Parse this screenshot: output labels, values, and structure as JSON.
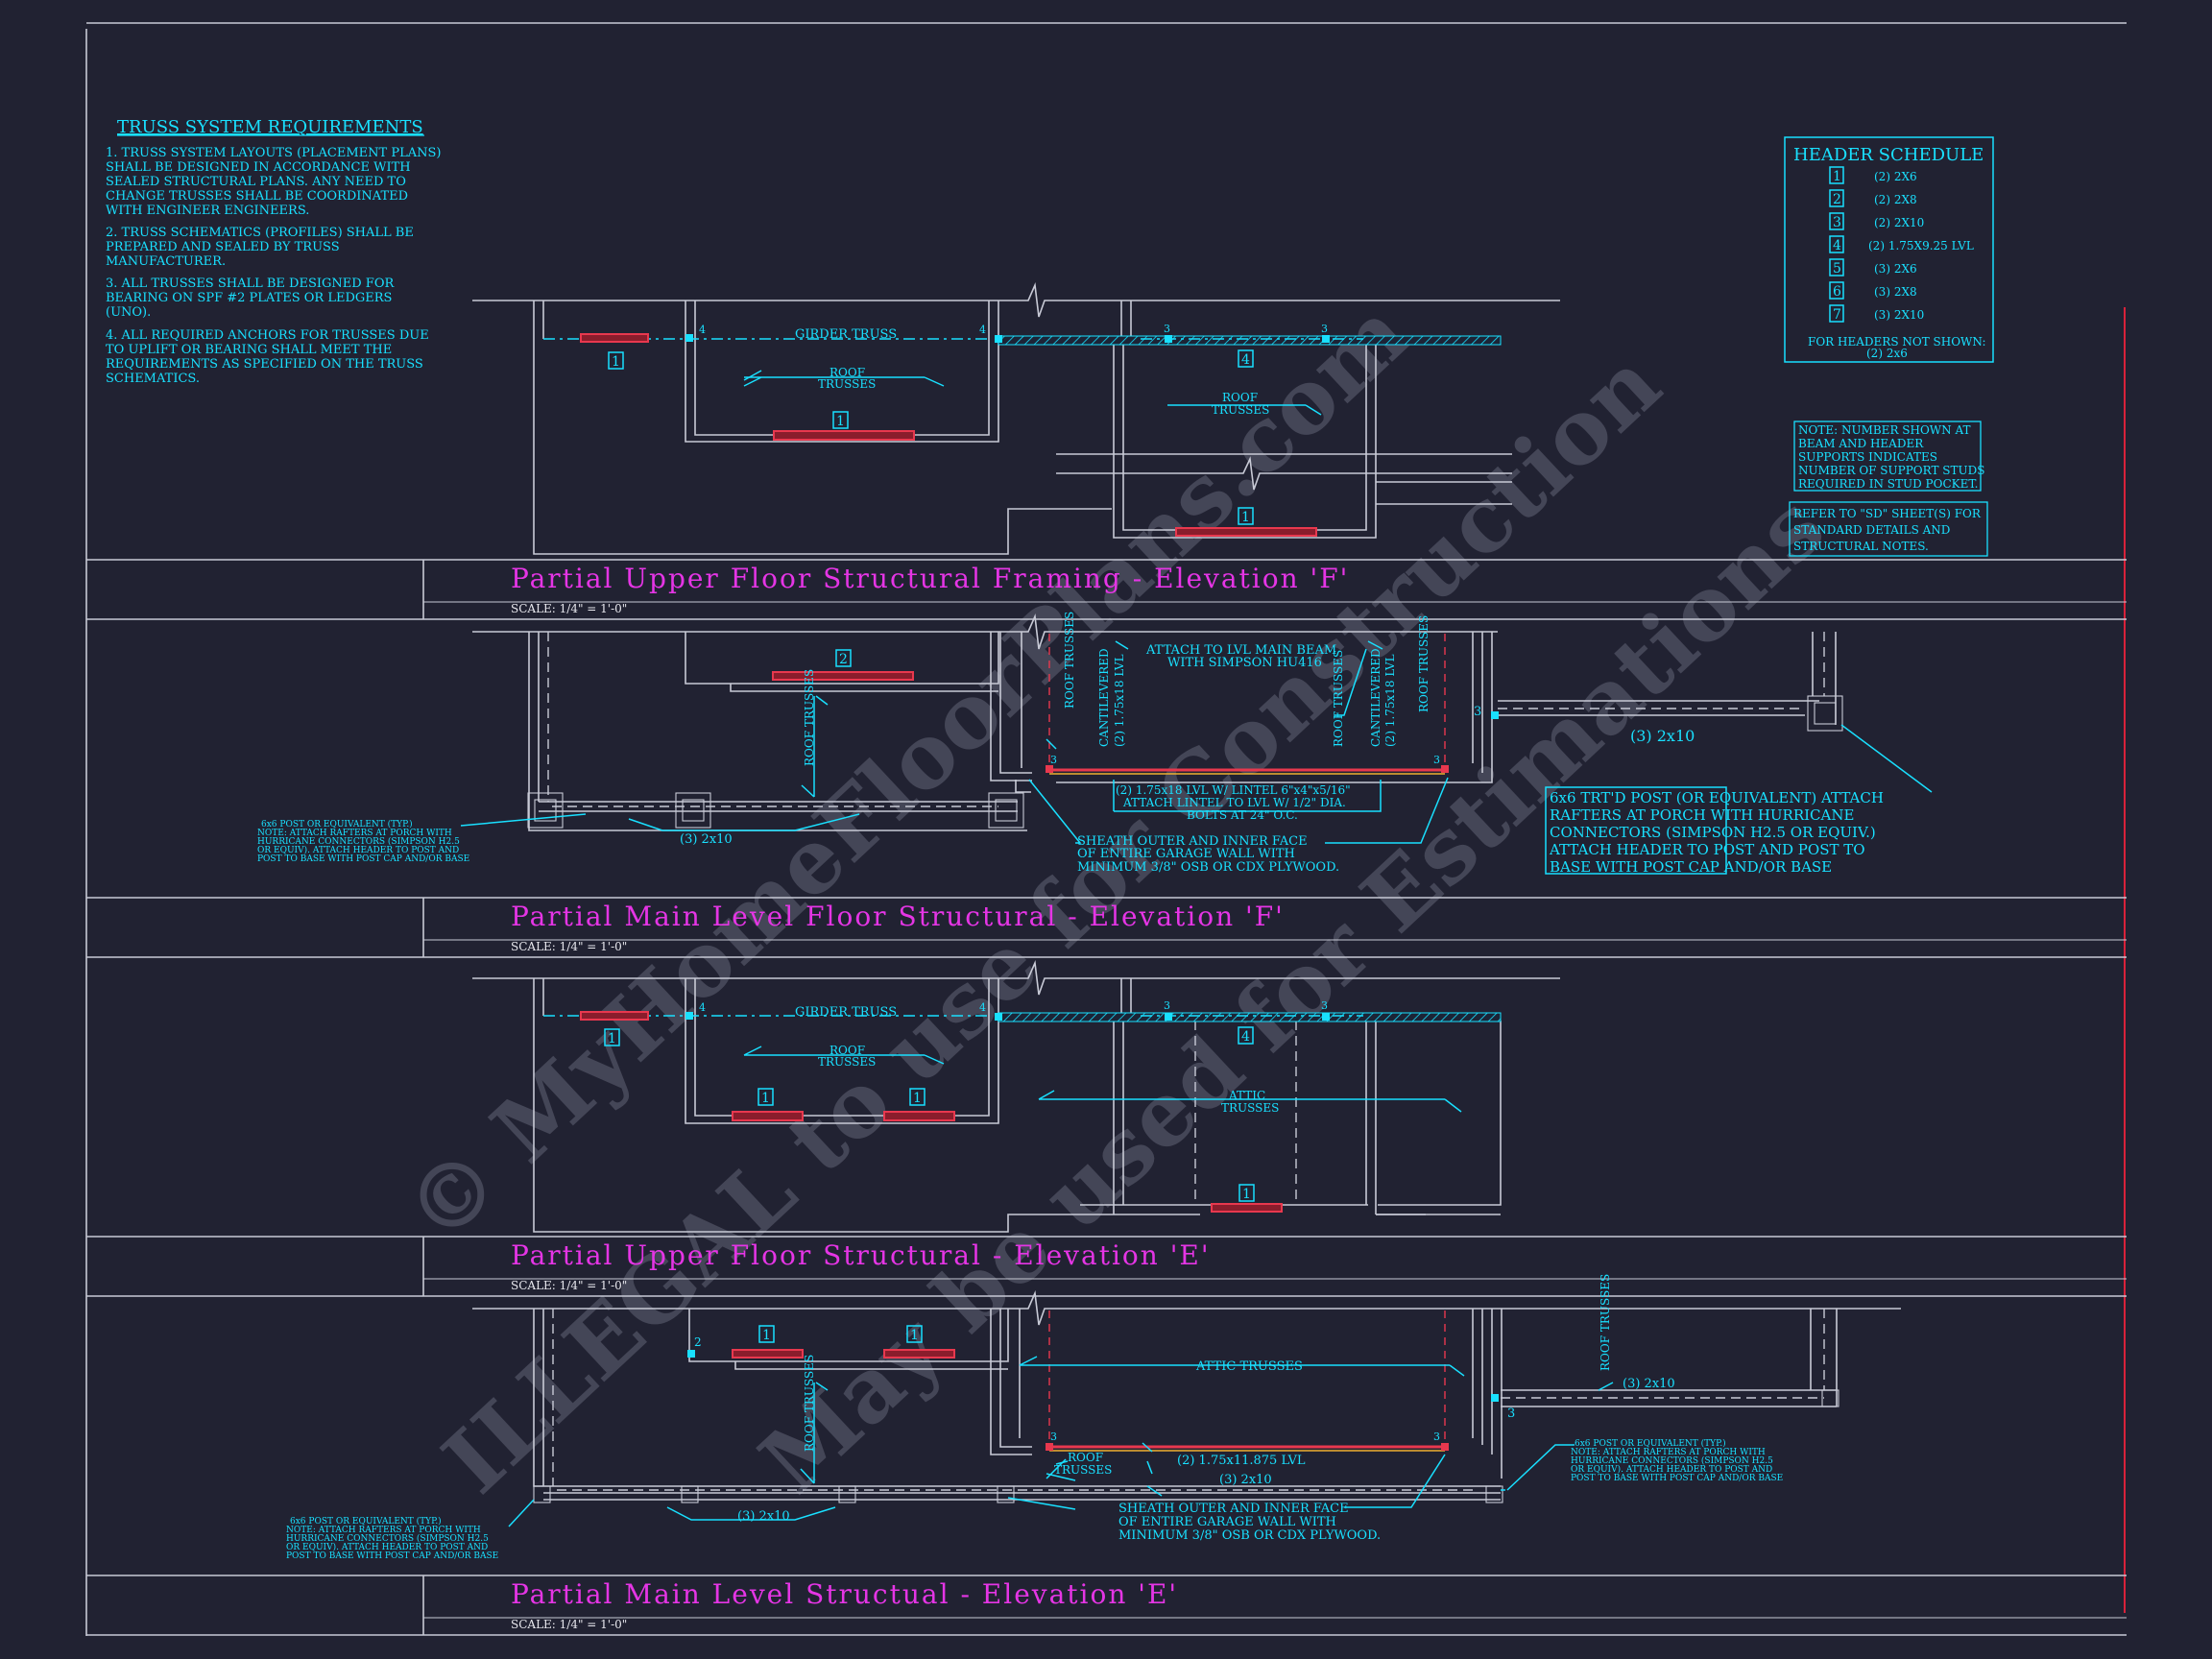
{
  "truss_requirements": {
    "title": "TRUSS SYSTEM REQUIREMENTS",
    "items": [
      [
        "1. TRUSS SYSTEM LAYOUTS (PLACEMENT PLANS)",
        "SHALL BE DESIGNED IN ACCORDANCE WITH",
        "SEALED STRUCTURAL PLANS. ANY NEED TO",
        "CHANGE TRUSSES SHALL BE COORDINATED",
        "WITH ENGINEER ENGINEERS."
      ],
      [
        "2. TRUSS SCHEMATICS (PROFILES) SHALL BE",
        "PREPARED AND SEALED BY TRUSS",
        "MANUFACTURER."
      ],
      [
        "3. ALL TRUSSES SHALL BE DESIGNED FOR",
        "BEARING ON SPF #2 PLATES OR LEDGERS",
        "(UNO)."
      ],
      [
        "4. ALL REQUIRED ANCHORS FOR TRUSSES DUE",
        "TO UPLIFT OR BEARING SHALL MEET THE",
        "REQUIREMENTS AS SPECIFIED ON THE TRUSS",
        "SCHEMATICS."
      ]
    ]
  },
  "header_schedule": {
    "title": "HEADER SCHEDULE",
    "rows": [
      {
        "mark": "1",
        "spec": "(2) 2X6"
      },
      {
        "mark": "2",
        "spec": "(2) 2X8"
      },
      {
        "mark": "3",
        "spec": "(2) 2X10"
      },
      {
        "mark": "4",
        "spec": "(2) 1.75X9.25 LVL"
      },
      {
        "mark": "5",
        "spec": "(3) 2X6"
      },
      {
        "mark": "6",
        "spec": "(3) 2X8"
      },
      {
        "mark": "7",
        "spec": "(3) 2X10"
      }
    ],
    "footer_1": "FOR HEADERS NOT SHOWN:",
    "footer_2": "(2) 2x6"
  },
  "notes": {
    "support_note": [
      "NOTE: NUMBER SHOWN AT",
      "BEAM AND HEADER",
      "SUPPORTS INDICATES",
      "NUMBER OF SUPPORT STUDS",
      "REQUIRED IN STUD POCKET."
    ],
    "sd_note": [
      "REFER TO \"SD\" SHEET(S) FOR",
      "STANDARD DETAILS AND",
      "STRUCTURAL NOTES."
    ]
  },
  "watermark": {
    "line_1": "© MyHomeFloorPlans.com",
    "line_2": "ILLEGAL to use for Construction",
    "line_3": "May be used for Estimations"
  },
  "panels": [
    {
      "title": "Partial Upper Floor Structural Framing - Elevation 'F'",
      "scale": "SCALE: 1/4\" = 1'-0\"",
      "labels": {
        "girder": "GIRDER TRUSS",
        "roof_1": "ROOF",
        "roof_2": "TRUSSES",
        "h1": "1",
        "h4": "4",
        "n4": "4",
        "n3": "3"
      }
    },
    {
      "title": "Partial Main Level Floor Structural - Elevation 'F'",
      "scale": "SCALE: 1/4\" = 1'-0\"",
      "labels": {
        "h2": "2",
        "n3": "3",
        "roof_v": "ROOF TRUSSES",
        "cant_1": "CANTILEVERED",
        "lvl_1": "(2) 1.75x18 LVL",
        "attach_1": "ATTACH TO LVL MAIN BEAM",
        "attach_2": "WITH SIMPSON HU416",
        "lvl_lintel_1": "(2) 1.75x18 LVL W/ LINTEL 6\"x4\"x5/16\"",
        "lvl_lintel_2": "ATTACH LINTEL TO LVL W/ 1/2\" DIA.",
        "lvl_lintel_3": "BOLTS AT 24\" O.C.",
        "sheath_1": "SHEATH OUTER AND INNER FACE",
        "sheath_2": "OF ENTIRE GARAGE WALL WITH",
        "sheath_3": "MINIMUM 3/8\" OSB OR CDX PLYWOOD.",
        "beam_2x10": "(3) 2x10",
        "post_note": [
          "6x6 POST OR EQUIVALENT (TYP.)",
          "NOTE: ATTACH RAFTERS AT PORCH WITH",
          "HURRICANE CONNECTORS (SIMPSON H2.5",
          "OR EQUIV). ATTACH HEADER TO POST AND",
          "POST TO BASE WITH POST CAP AND/OR BASE"
        ],
        "trtd_note": [
          "6x6 TRT'D POST (OR EQUIVALENT) ATTACH",
          "RAFTERS AT PORCH WITH HURRICANE",
          "CONNECTORS (SIMPSON H2.5 OR EQUIV.)",
          "ATTACH HEADER TO POST AND POST TO",
          "BASE WITH POST CAP AND/OR BASE"
        ]
      }
    },
    {
      "title": "Partial Upper Floor Structural - Elevation 'E'",
      "scale": "SCALE: 1/4\" = 1'-0\"",
      "labels": {
        "girder": "GIRDER TRUSS",
        "roof_1": "ROOF",
        "roof_2": "TRUSSES",
        "attic_1": "ATTIC",
        "attic_2": "TRUSSES",
        "h1": "1",
        "h4": "4",
        "n4": "4",
        "n3": "3"
      }
    },
    {
      "title": "Partial Main Level Structual - Elevation 'E'",
      "scale": "SCALE: 1/4\" = 1'-0\"",
      "labels": {
        "h1": "1",
        "n2": "2",
        "n3": "3",
        "attic": "ATTIC TRUSSES",
        "roof_v": "ROOF TRUSSES",
        "roof_1": "ROOF",
        "roof_2": "TRUSSES",
        "lvl": "(2) 1.75x11.875 LVL",
        "beam_2x10": "(3) 2x10",
        "sheath_1": "SHEATH OUTER AND INNER FACE",
        "sheath_2": "OF ENTIRE GARAGE WALL WITH",
        "sheath_3": "MINIMUM 3/8\" OSB OR CDX PLYWOOD.",
        "post_note": [
          "6x6 POST OR EQUIVALENT (TYP.)",
          "NOTE: ATTACH RAFTERS AT PORCH WITH",
          "HURRICANE CONNECTORS (SIMPSON H2.5",
          "OR EQUIV). ATTACH HEADER TO POST AND",
          "POST TO BASE WITH POST CAP AND/OR BASE"
        ]
      }
    }
  ],
  "colors": {
    "background": "#212232",
    "line": "#c8cad6",
    "annotation": "#19e0ff",
    "title": "#e535e5",
    "header": "#e8384e"
  }
}
